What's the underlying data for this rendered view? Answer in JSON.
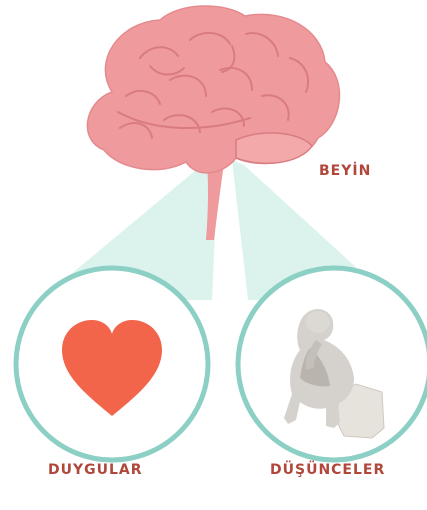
{
  "labels": {
    "brain": "BEYİN",
    "emotions": "DUYGULAR",
    "thoughts": "DÜŞÜNCELER"
  },
  "icons": {
    "brain": "brain-icon",
    "emotions": "heart-icon",
    "thoughts": "thinker-statue-icon"
  },
  "colors": {
    "brain": "#ef9a9c",
    "brain_stroke": "#d97c80",
    "heart": "#f2654a",
    "ring": "#8ccfc4",
    "beam": "#d6f1ea",
    "label": "#b0473a"
  }
}
